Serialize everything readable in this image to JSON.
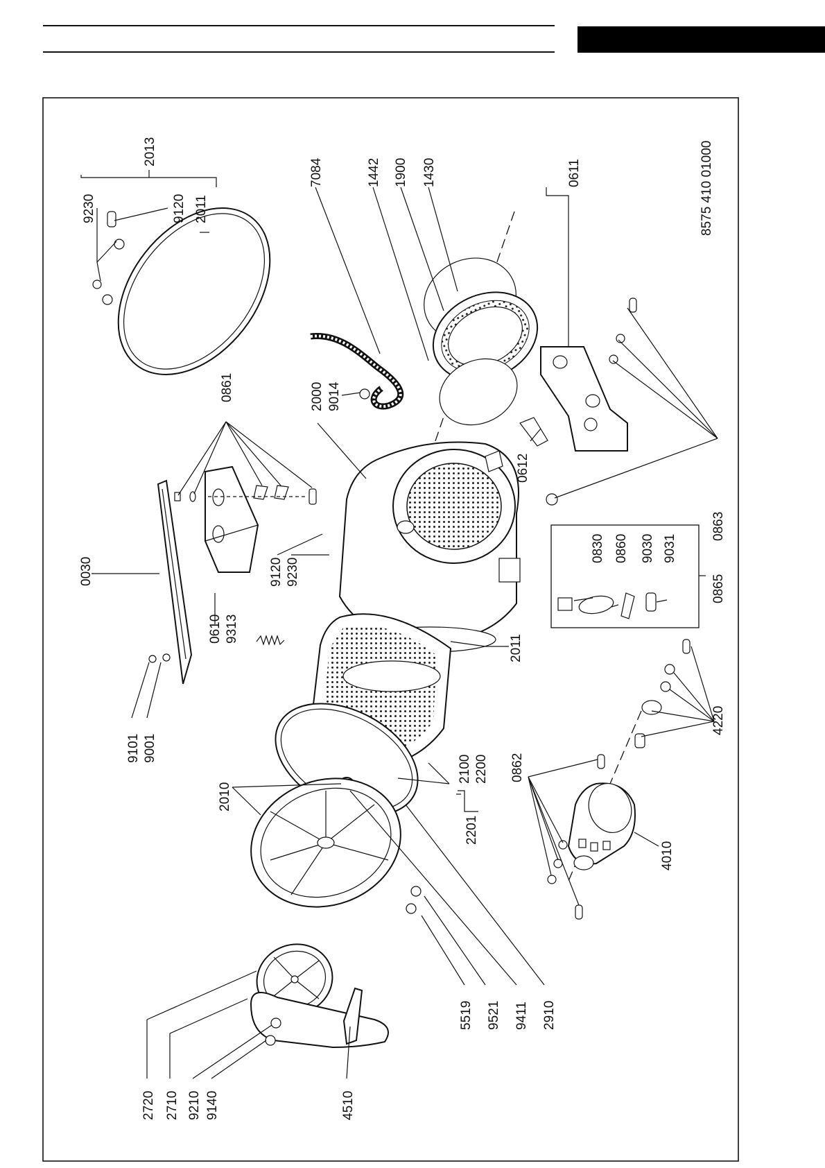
{
  "document_code": "8575 410 01000",
  "parts": {
    "p2013": "2013",
    "p9230a": "9230",
    "p9120a": "9120",
    "p2011a": "2011",
    "p7084": "7084",
    "p1442": "1442",
    "p1900": "1900",
    "p1430": "1430",
    "p0611": "0611",
    "p0861": "0861",
    "p2000": "2000",
    "p9014": "9014",
    "p0612": "0612",
    "p0863": "0863",
    "p0030": "0030",
    "p0610": "0610",
    "p9313": "9313",
    "p9120b": "9120",
    "p9230b": "9230",
    "p0830": "0830",
    "p0860": "0860",
    "p9030": "9030",
    "p9031": "9031",
    "p0865": "0865",
    "p2011b": "2011",
    "p9101": "9101",
    "p9001": "9001",
    "p4220": "4220",
    "p2010": "2010",
    "p2100": "2100",
    "p2200": "2200",
    "p2201": "2201",
    "p0862": "0862",
    "p4010": "4010",
    "p5519": "5519",
    "p9521": "9521",
    "p9411": "9411",
    "p2910": "2910",
    "p2720": "2720",
    "p2710": "2710",
    "p9210": "9210",
    "p9140": "9140",
    "p4510": "4510"
  }
}
